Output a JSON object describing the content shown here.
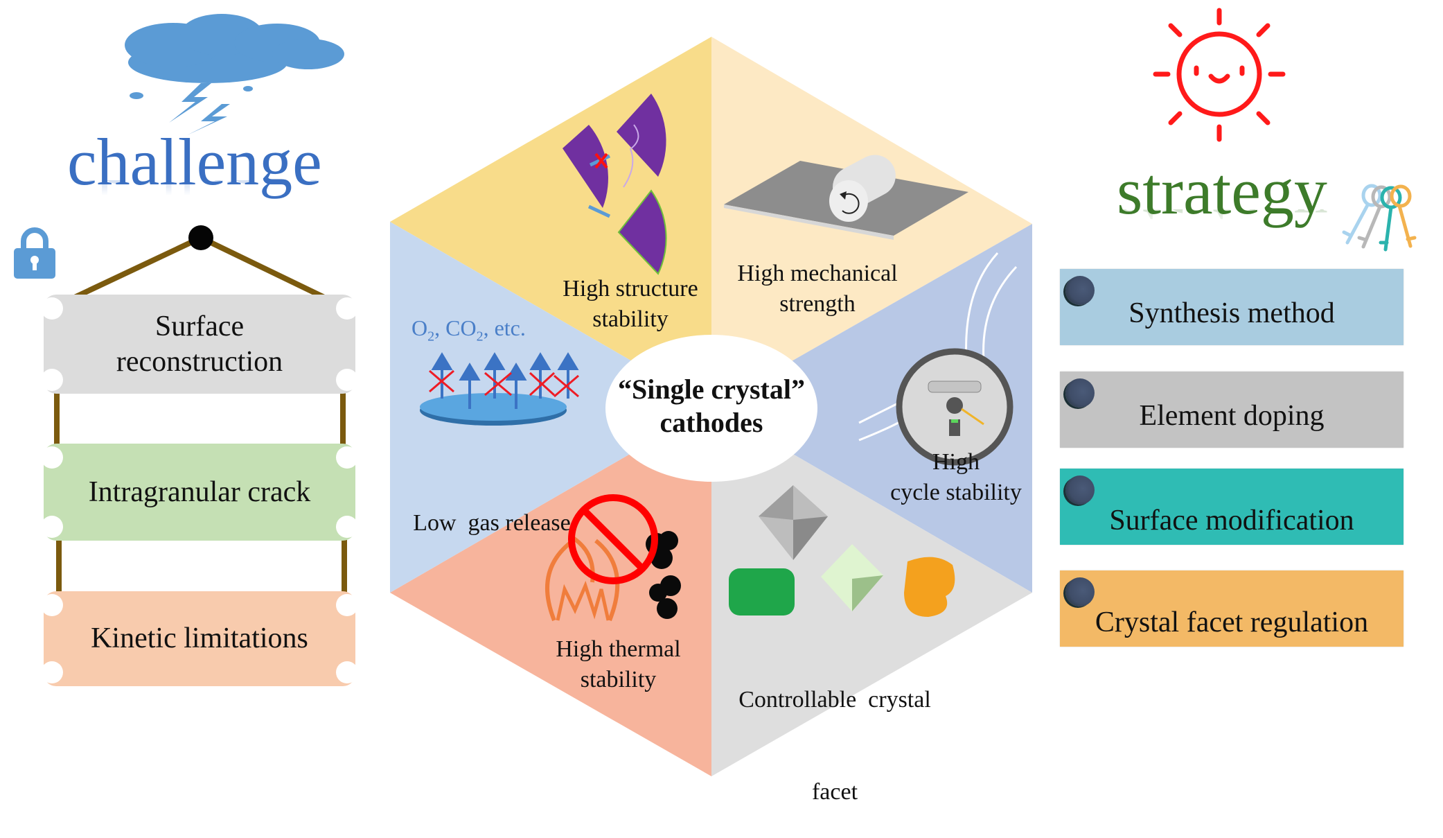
{
  "challenge": {
    "title": "challenge",
    "items": [
      {
        "label": "Surface reconstruction",
        "color": "#dcdcdc"
      },
      {
        "label": "Intragranular crack",
        "color": "#c5e0b4"
      },
      {
        "label": "Kinetic limitations",
        "color": "#f8cbad"
      }
    ],
    "icons": [
      "storm-cloud-icon",
      "lock-icon"
    ]
  },
  "center": {
    "title_line1": "“Single crystal”",
    "title_line2": "cathodes"
  },
  "properties": [
    {
      "id": "structure",
      "line1": "High structure",
      "line2": "stability",
      "color": "#f8dc8a"
    },
    {
      "id": "mechanical",
      "line1": "High mechanical",
      "line2": "strength",
      "color": "#fde9c4"
    },
    {
      "id": "cycle",
      "line1": "High",
      "line2": "cycle stability",
      "color": "#b8c8e6"
    },
    {
      "id": "facet",
      "line1": "Controllable  crystal",
      "line2": "facet",
      "color": "#dedede"
    },
    {
      "id": "thermal",
      "line1": "High thermal",
      "line2": "stability",
      "color": "#f7b49c"
    },
    {
      "id": "gas",
      "line1": "Low  gas release",
      "line2": "",
      "color": "#c6d8ef"
    }
  ],
  "gas_annotation": {
    "o": "O",
    "sub1": "2",
    "sep": ", CO",
    "sub2": "2",
    "tail": ", etc."
  },
  "strategy": {
    "title": "strategy",
    "items": [
      {
        "label": "Synthesis method",
        "color": "#a9cce0"
      },
      {
        "label": "Element doping",
        "color": "#c3c3c3"
      },
      {
        "label": "Surface modification",
        "color": "#2fbcb4"
      },
      {
        "label": "Crystal facet regulation",
        "color": "#f3b966"
      }
    ],
    "icons": [
      "smiling-sun-icon",
      "keys-icon"
    ]
  }
}
